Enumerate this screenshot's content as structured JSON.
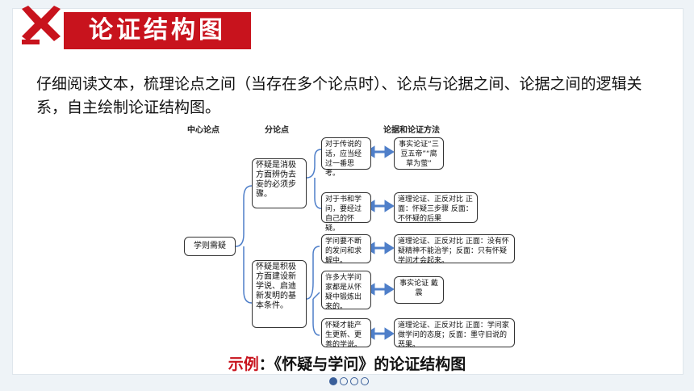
{
  "title": "论证结构图",
  "intro": "仔细阅读文本，梳理论点之间（当存在多个论点时）、论点与论据之间、论据之间的逻辑关系，自主绘制论证结构图。",
  "diagram": {
    "headers": {
      "center": "中心论点",
      "sub": "分论点",
      "evidence": "论据和论证方法"
    },
    "central": "学则需疑",
    "sub_points": [
      "怀疑是消极方面辨伪去妄的必须步骤。",
      "怀疑是积极方面建设新学说、启迪新发明的基本条件。"
    ],
    "evidence": [
      "对于传说的话，应当经过一番思考。",
      "对于书和学问，要经过自己的怀疑。",
      "学问要不断的发问和求解中。",
      "许多大学问家都是从怀疑中锻炼出来的。",
      "怀疑才能产生更新、更善的学说。"
    ],
    "methods": [
      "事实论证“三豆五帝”“腐草为萤”",
      "道理论证、正反对比 正面：怀疑三步骤 反面：不怀疑的后果",
      "道理论证、正反对比 正面：没有怀疑精神不能治学；反面：只有怀疑学问才会起来。",
      "事实论证 戴震",
      "道理论证、正反对比 正面：学问家做学问的态度；反面：墨守旧说的恶果。"
    ]
  },
  "caption": {
    "prefix": "示例",
    "colon": "：",
    "text": "《怀疑与学问》的论证结构图"
  },
  "pager": {
    "count": 4,
    "active": 0
  },
  "colors": {
    "accent": "#c8131d",
    "arrow": "#4f7fc9",
    "dot": "#3a5f9a"
  }
}
